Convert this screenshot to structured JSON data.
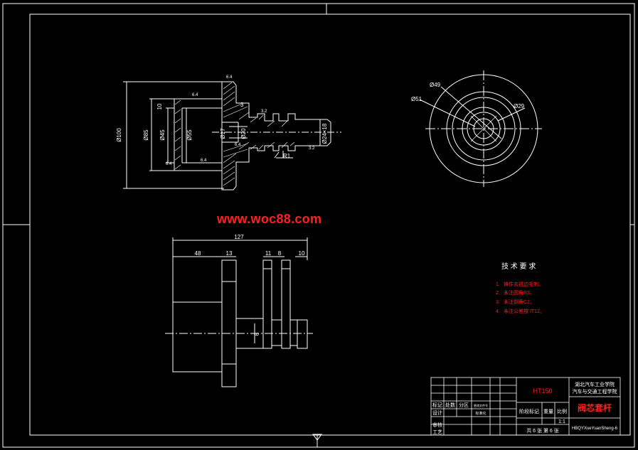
{
  "watermark": "www.woc88.com",
  "dimensions": {
    "sec_d100": "Ø100",
    "sec_d85": "Ø85",
    "sec_d45": "Ø45",
    "sec_d55": "Ø55",
    "sec_d17": "Ø17",
    "sec_d20": "Ø20",
    "sec_thread": "Ø24×18",
    "sec_r1": "R1",
    "sec_10": "10",
    "sec_3": "3",
    "end_d49": "Ø49",
    "end_d51": "Ø51",
    "end_d29": "Ø29",
    "elev_127": "127",
    "elev_48": "48",
    "elev_13": "13",
    "elev_11": "11",
    "elev_8": "8",
    "elev_10": "10",
    "elev_6": "6"
  },
  "roughness": [
    "6.4",
    "6.4",
    "6.4",
    "6.4",
    "6.4",
    "3.2",
    "3.2"
  ],
  "tech_requirements": {
    "title": "技 术 要 求",
    "items": [
      {
        "num": "1.",
        "text": "铸件去锐边毛刺。"
      },
      {
        "num": "2.",
        "text": "未注圆角R3。"
      },
      {
        "num": "3.",
        "text": "未注倒角C2。"
      },
      {
        "num": "4.",
        "text": "未注公差按 IT12。"
      }
    ]
  },
  "title_block": {
    "material": "HT150",
    "school_line1": "湖北汽车工业学院",
    "school_line2": "汽车与交通工程学院",
    "part_name": "阀芯套杆",
    "drawing_no": "HBQYXueYuanSheng-6",
    "stage_label": "阶段标记",
    "weight_label": "重量",
    "scale_label": "比例",
    "scale_value": "1:1",
    "sheets": "共 6 张  第 6 张",
    "row_labels": [
      "标记",
      "处数",
      "分区",
      "设计",
      "审核",
      "工艺"
    ],
    "sign_labels": [
      "更改文件号",
      "标准化"
    ]
  }
}
